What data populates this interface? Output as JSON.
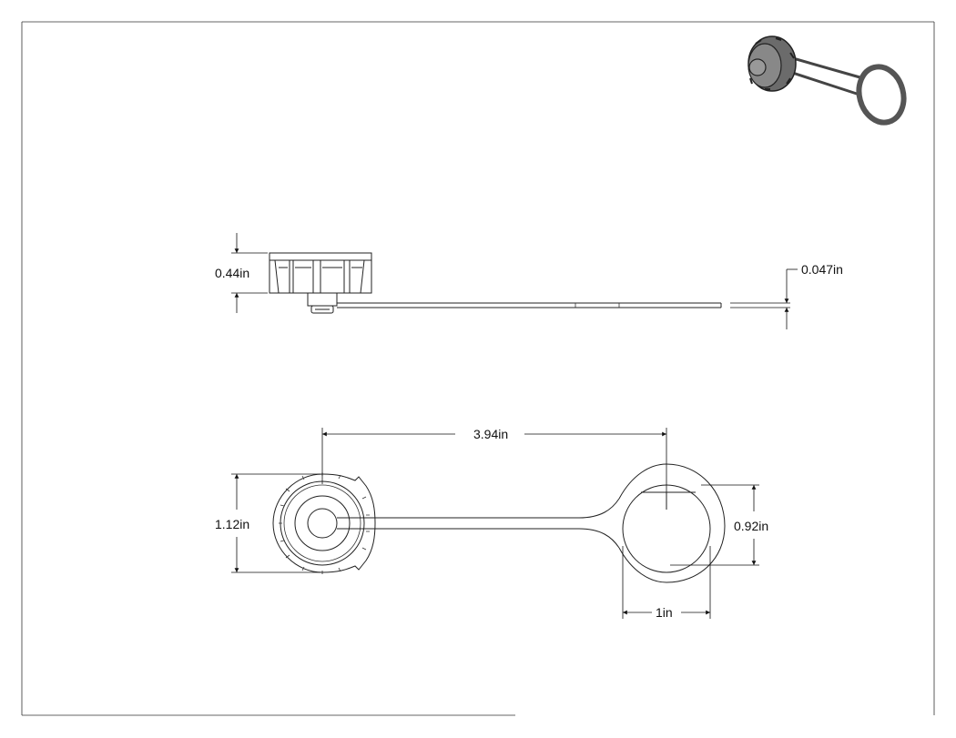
{
  "dimensions": {
    "side_height": "0.44in",
    "strap_thickness": "0.047in",
    "overall_length": "3.94in",
    "cap_diameter": "1.12in",
    "ring_inner_diameter": "0.92in",
    "ring_width": "1in"
  },
  "colors": {
    "line": "#222222",
    "background": "#ffffff",
    "iso_shade": "#6b6b6b"
  }
}
